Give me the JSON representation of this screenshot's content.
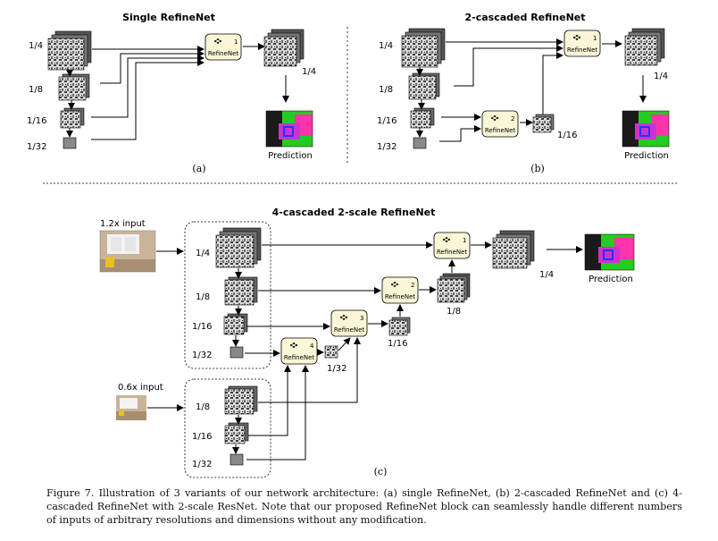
{
  "panel_a": {
    "title": "Single RefineNet",
    "scales": [
      "1/4",
      "1/8",
      "1/16",
      "1/32"
    ],
    "refinenet": {
      "num": "1",
      "label": "RefineNet"
    },
    "output_scale": "1/4",
    "prediction": "Prediction",
    "sublabel": "(a)"
  },
  "panel_b": {
    "title": "2-cascaded RefineNet",
    "scales": [
      "1/4",
      "1/8",
      "1/16",
      "1/32"
    ],
    "refinenet1": {
      "num": "1",
      "label": "RefineNet"
    },
    "refinenet2": {
      "num": "2",
      "label": "RefineNet"
    },
    "output_scale": "1/4",
    "mid_scale": "1/16",
    "prediction": "Prediction",
    "sublabel": "(b)"
  },
  "panel_c": {
    "title": "4-cascaded 2-scale RefineNet",
    "input_large": "1.2x input",
    "input_small": "0.6x input",
    "scales_large": [
      "1/4",
      "1/8",
      "1/16",
      "1/32"
    ],
    "scales_small": [
      "1/8",
      "1/16",
      "1/32"
    ],
    "refinenets": [
      {
        "num": "1",
        "label": "RefineNet"
      },
      {
        "num": "2",
        "label": "RefineNet"
      },
      {
        "num": "3",
        "label": "RefineNet"
      },
      {
        "num": "4",
        "label": "RefineNet"
      }
    ],
    "out_scales": [
      "1/4",
      "1/8",
      "1/16",
      "1/32"
    ],
    "prediction": "Prediction",
    "sublabel": "(c)"
  },
  "caption": "Figure 7. Illustration of 3 variants of our network architecture: (a) single RefineNet, (b) 2-cascaded RefineNet and (c) 4-cascaded RefineNet with 2-scale ResNet. Note that our proposed RefineNet block can seamlessly handle different numbers of inputs of arbitrary resolutions and dimensions without any modification.",
  "colors": {
    "refinenet_fill": "#fbf6d6",
    "feature_dark": "#4a4a4a",
    "feature_light": "#d8d8d8"
  }
}
